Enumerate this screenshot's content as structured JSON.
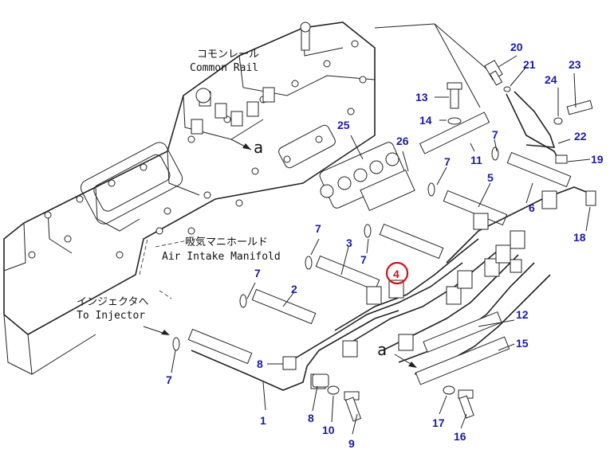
{
  "labels": {
    "common_rail_jp": "コモンレール",
    "common_rail_en": "Common Rail",
    "air_intake_jp": "吸気マニホールド",
    "air_intake_en": "Air Intake Manifold",
    "to_injector_jp": "インジェクタへ",
    "to_injector_en": "To Injector",
    "view_a_top": "a",
    "view_a_bottom": "a"
  },
  "highlight": {
    "part": "4",
    "color": "#d0111b"
  },
  "accent_color": "#1a1aa6",
  "parts": [
    "1",
    "2",
    "3",
    "4",
    "5",
    "6",
    "7",
    "8",
    "9",
    "10",
    "11",
    "12",
    "13",
    "14",
    "15",
    "16",
    "17",
    "18",
    "19",
    "20",
    "21",
    "22",
    "23",
    "24",
    "25",
    "26"
  ],
  "part_labels": [
    {
      "num": "20"
    },
    {
      "num": "21"
    },
    {
      "num": "23"
    },
    {
      "num": "24"
    },
    {
      "num": "22"
    },
    {
      "num": "19"
    },
    {
      "num": "18"
    },
    {
      "num": "13"
    },
    {
      "num": "14"
    },
    {
      "num": "11"
    },
    {
      "num": "7"
    },
    {
      "num": "7"
    },
    {
      "num": "25"
    },
    {
      "num": "26"
    },
    {
      "num": "5"
    },
    {
      "num": "6"
    },
    {
      "num": "7"
    },
    {
      "num": "7"
    },
    {
      "num": "3"
    },
    {
      "num": "4"
    },
    {
      "num": "7"
    },
    {
      "num": "2"
    },
    {
      "num": "12"
    },
    {
      "num": "15"
    },
    {
      "num": "8"
    },
    {
      "num": "7"
    },
    {
      "num": "1"
    },
    {
      "num": "8"
    },
    {
      "num": "10"
    },
    {
      "num": "9"
    },
    {
      "num": "17"
    },
    {
      "num": "16"
    }
  ]
}
